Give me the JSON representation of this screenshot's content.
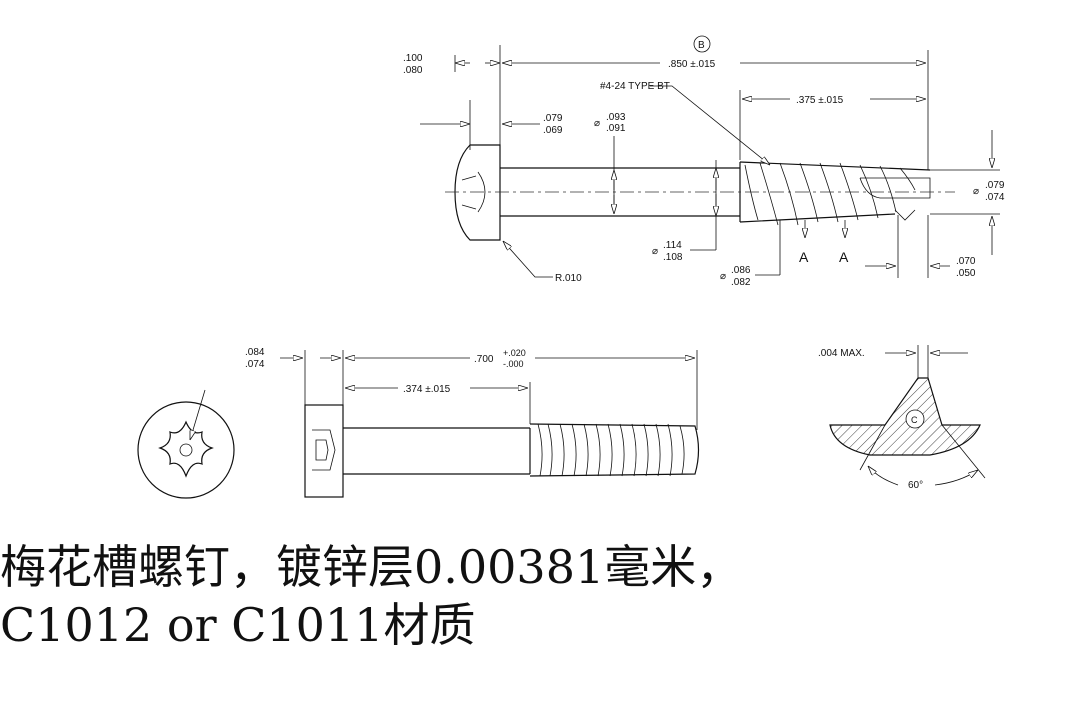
{
  "drawing": {
    "top_view": {
      "dim_head_height": [
        ".100",
        ".080"
      ],
      "dim_overall": ".850 ±.015",
      "datum": "B",
      "thread_callout": "#4-24 TYPE BT",
      "dim_thread_len": ".375 ±.015",
      "dim_slot": [
        ".079",
        ".069"
      ],
      "dim_shank_dia": [
        "⌀",
        ".093",
        ".091"
      ],
      "dim_tip_dia": [
        "⌀",
        ".079",
        ".074"
      ],
      "dim_head_dia": [
        "⌀",
        ".114",
        ".108"
      ],
      "dim_root_dia": [
        "⌀",
        ".086",
        ".082"
      ],
      "dim_tip_len": [
        ".070",
        ".050"
      ],
      "radius": "R.010",
      "section_marks": [
        "A",
        "A"
      ]
    },
    "side_view": {
      "dim_head_thick": [
        ".084",
        ".074"
      ],
      "dim_len": ".700",
      "dim_len_tol": [
        "+.020",
        "-.000"
      ],
      "dim_shank_len": ".374 ±.015"
    },
    "section_view": {
      "dim_max": ".004   MAX.",
      "angle": "60°",
      "datum": "C"
    }
  },
  "caption": {
    "line1": "梅花槽螺钉，镀锌层0.00381毫米，",
    "line2": "C1012 or C1011材质"
  }
}
